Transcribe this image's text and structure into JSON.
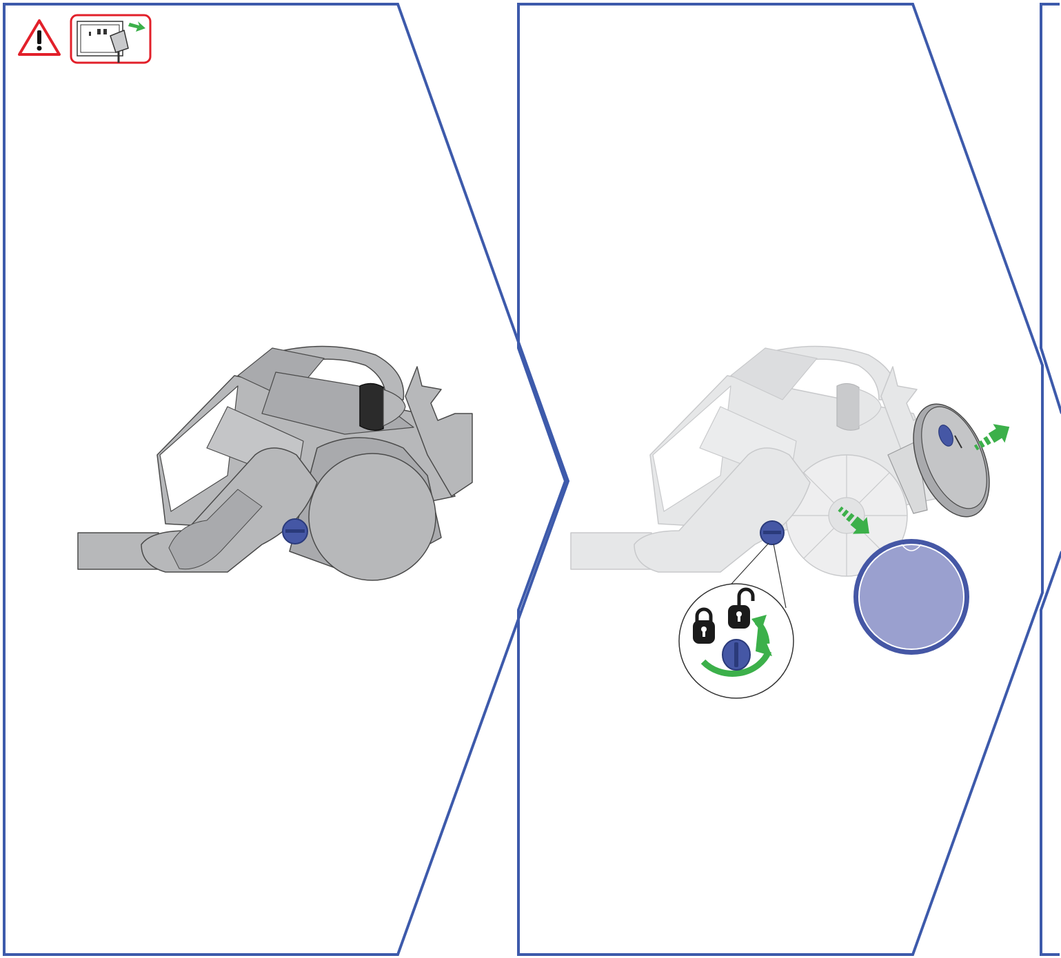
{
  "colors": {
    "frame": "#3d5aab",
    "warning": "#e2202a",
    "arrow": "#3cb04a",
    "body_gray": "#b7b8ba",
    "body_gray_dark": "#9fa0a3",
    "ghost_gray": "#e6e7e8",
    "ghost_line": "#c8c9cb",
    "outline": "#4a4a4a",
    "blue": "#4557a5",
    "filter_lavender": "#9aa0cf",
    "lock": "#1b1b1b"
  },
  "steps": [
    {
      "id": "step-1",
      "icons": [
        "warning-triangle-icon",
        "unplug-from-socket-icon"
      ],
      "illustration": "vacuum-cylinder-closed"
    },
    {
      "id": "step-2",
      "icons": [
        "lock-closed-icon",
        "lock-open-icon",
        "rotate-arrow-icon"
      ],
      "illustration": "remove-filter-cover"
    },
    {
      "id": "step-3",
      "icons": [],
      "illustration": "partial"
    }
  ]
}
